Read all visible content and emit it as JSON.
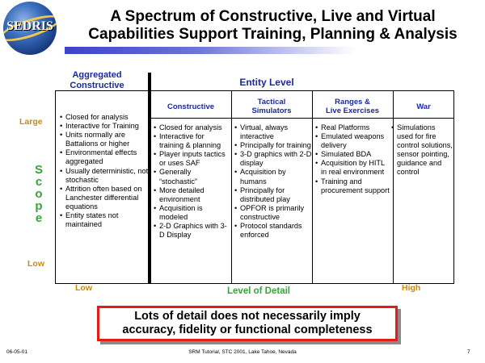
{
  "logo": {
    "text": "SEDRIS"
  },
  "title": {
    "line1": "A Spectrum of Constructive, Live and Virtual",
    "line2": "Capabilities Support Training, Planning & Analysis"
  },
  "headers": {
    "aggregated_line1": "Aggregated",
    "aggregated_line2": "Constructive",
    "entity_level": "Entity Level",
    "constructive": "Constructive",
    "tactical_line1": "Tactical",
    "tactical_line2": "Simulators",
    "ranges_line1": "Ranges &",
    "ranges_line2": "Live Exercises",
    "war": "War"
  },
  "columns": {
    "aggregated": [
      "Closed for analysis",
      "Interactive for Training",
      "Units normally are Battalions or higher",
      "Environmental effects aggregated",
      "Usually deterministic, not stochastic",
      "Attrition often based on Lanchester differential equations",
      "Entity states not maintained"
    ],
    "constructive": [
      "Closed for analysis",
      "Interactive for training & planning",
      "Player inputs tactics or uses SAF",
      "Generally “stochastic”",
      "More detailed environment",
      "Acquisition is modeled",
      "2-D Graphics with 3-D Display"
    ],
    "tactical": [
      "Virtual, always interactive",
      "Principally for training",
      "3-D graphics with 2-D display",
      "Acquisition by humans",
      "Principally for distributed play",
      "OPFOR is primarily constructive",
      "Protocol standards enforced"
    ],
    "ranges": [
      "Real Platforms",
      "Emulated weapons delivery",
      "Simulated BDA",
      "Acquisition by HITL in real environment",
      "Training and procurement support"
    ],
    "war": [
      "Simulations used for fire control solutions, sensor pointing, guidance and control"
    ]
  },
  "axes": {
    "large": "Large",
    "low_y": "Low",
    "scope_letters": [
      "S",
      "c",
      "o",
      "p",
      "e"
    ],
    "low_x": "Low",
    "high_x": "High",
    "level_of_detail": "Level of Detail"
  },
  "callout": {
    "line1": "Lots of detail does not necessarily imply",
    "line2": "accuracy, fidelity or functional completeness"
  },
  "footer": {
    "date": "06-05-01",
    "center": "SRM Tutorial, STC 2001, Lake Tahoe, Nevada",
    "page": "7"
  }
}
